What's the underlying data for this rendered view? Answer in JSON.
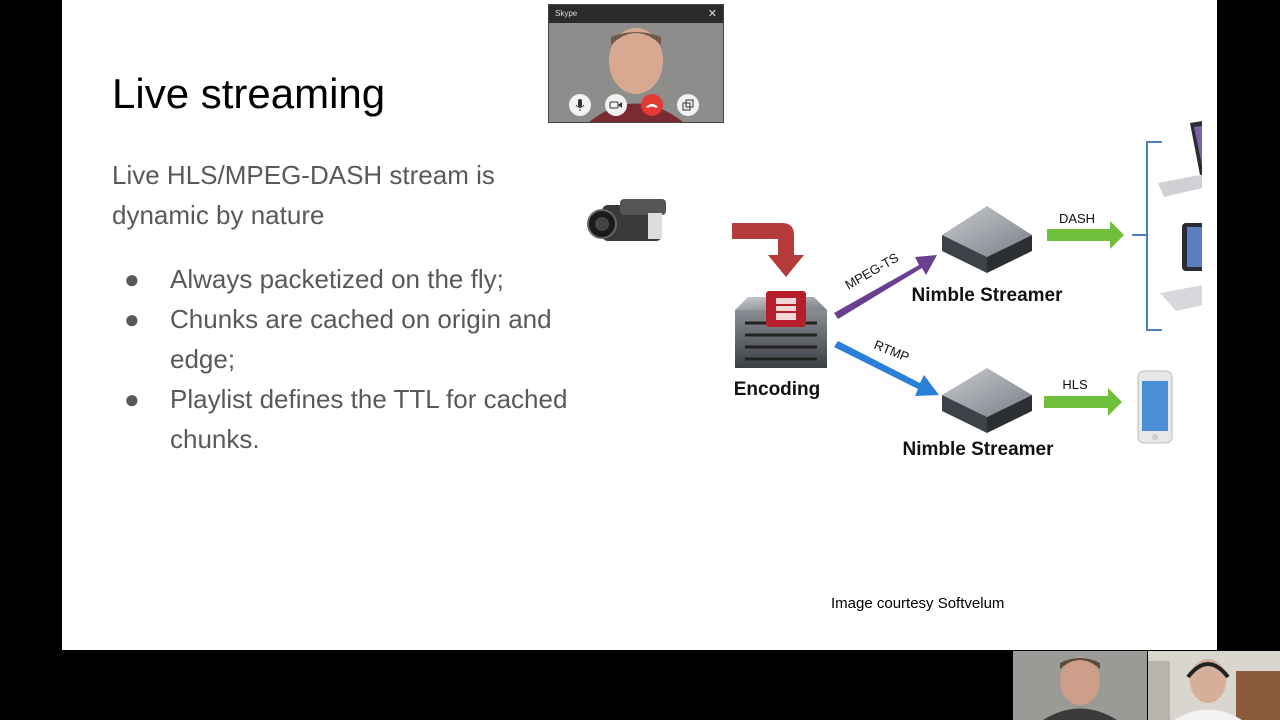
{
  "slide": {
    "title": "Live streaming",
    "lead": "Live HLS/MPEG-DASH stream is dynamic by nature",
    "bullet_symbol": "●",
    "bullets": [
      "Always packetized on the fly;",
      "Chunks are cached on origin and edge;",
      "Playlist defines the TTL for cached chunks."
    ],
    "courtesy": "Image courtesy Softvelum"
  },
  "diagram": {
    "encoding_label": "Encoding",
    "streamer_top_label": "Nimble Streamer",
    "streamer_bottom_label": "Nimble Streamer",
    "link_mpegts": "MPEG-TS",
    "link_rtmp": "RTMP",
    "link_dash": "DASH",
    "link_hls": "HLS"
  },
  "skype": {
    "title": "Skype",
    "close_glyph": "✕"
  },
  "colors": {
    "slide_bg": "#ffffff",
    "title_text": "#000000",
    "body_text": "#595959",
    "red_arrow": "#b53a3a",
    "purple_arrow": "#6b3f8f",
    "blue_arrow": "#2a7fd6",
    "green_arrow": "#6fbf3a",
    "bracket_blue": "#4a7fc4",
    "end_call_red": "#e53935"
  }
}
